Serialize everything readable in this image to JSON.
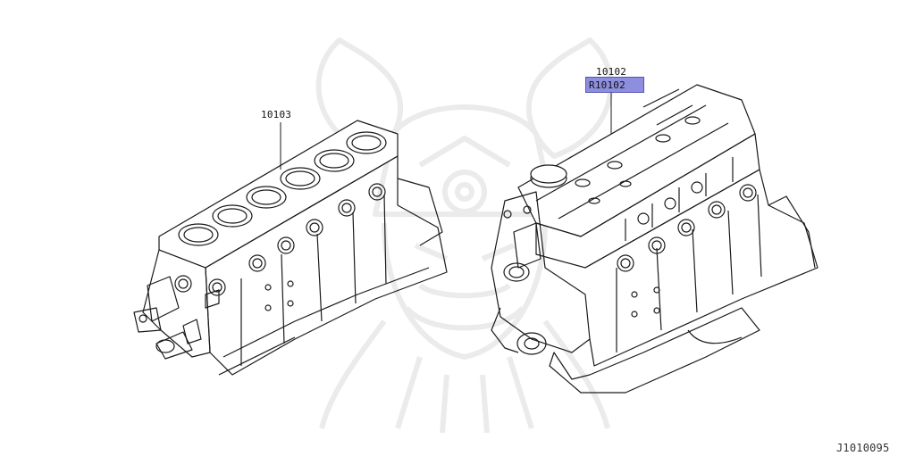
{
  "diagram": {
    "callouts": [
      {
        "id": "block",
        "text": "10103",
        "highlighted": false
      },
      {
        "id": "engine",
        "text": "10102",
        "highlighted": false
      },
      {
        "id": "engine-reman",
        "text": "R10102",
        "highlighted": true
      }
    ],
    "figure_id": "J1010095",
    "colors": {
      "line": "#1a1a1a",
      "highlight": "#8e8ee0",
      "watermark": "#ececec"
    },
    "icons": {
      "watermark": "samurai-helmet-watermark-icon"
    }
  }
}
